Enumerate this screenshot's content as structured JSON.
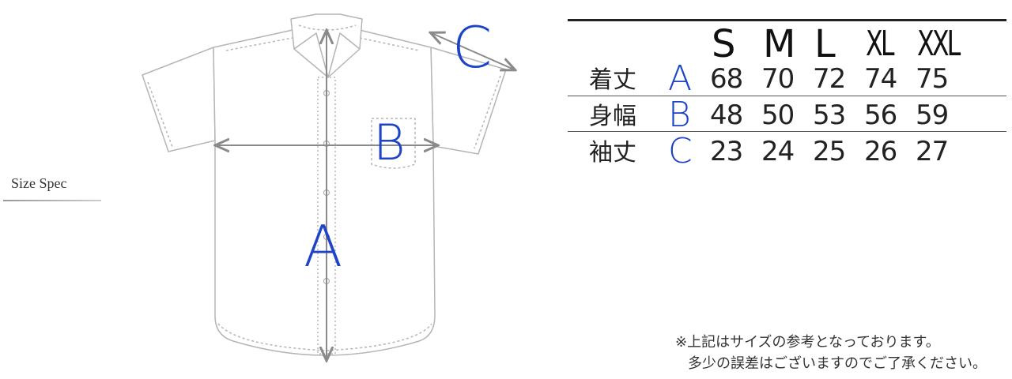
{
  "title": "Size Spec",
  "diagram": {
    "labels": [
      "A",
      "B",
      "C"
    ]
  },
  "table": {
    "sizes": [
      "S",
      "M",
      "L",
      "XL",
      "XXL"
    ],
    "rows": [
      {
        "label": "着丈",
        "letter": "A",
        "values": [
          "68",
          "70",
          "72",
          "74",
          "75"
        ]
      },
      {
        "label": "身幅",
        "letter": "B",
        "values": [
          "48",
          "50",
          "53",
          "56",
          "59"
        ]
      },
      {
        "label": "袖丈",
        "letter": "C",
        "values": [
          "23",
          "24",
          "25",
          "26",
          "27"
        ]
      }
    ]
  },
  "notes": [
    "※上記はサイズの参考となっております。",
    "多少の誤差はございますのでご了承ください。"
  ],
  "colors": {
    "accent": "#1d43c9",
    "shirt_line": "#b5b5b5",
    "arrow": "#8a8a8a"
  }
}
